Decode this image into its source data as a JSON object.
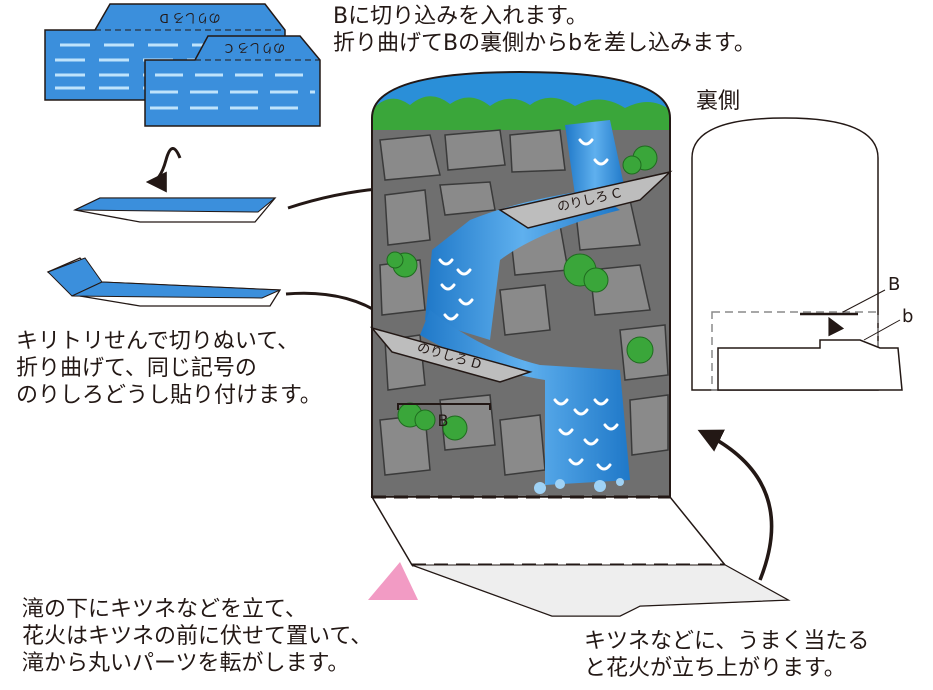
{
  "notes": {
    "top": [
      "Bに切り込みを入れます。",
      "折り曲げてBの裏側からbを差し込みます。"
    ],
    "left": [
      "キリトリせんで切りぬいて、",
      "折り曲げて、同じ記号の",
      "のりしろどうし貼り付けます。"
    ],
    "bottom_left": [
      "滝の下にキツネなどを立て、",
      "花火はキツネの前に伏せて置いて、",
      "滝から丸いパーツを転がします。"
    ],
    "bottom_right": [
      "キツネなどに、うまく当たる",
      "と花火が立ち上がります。"
    ]
  },
  "back_label": "裏側",
  "tabs": {
    "c": "のりしろ C",
    "d": "のりしろ D",
    "c_mirrored": "のりしろ C",
    "d_mirrored": "のりしろ D"
  },
  "slit_labels": {
    "front_b": "B",
    "back_B": "B",
    "back_b": "b"
  },
  "colors": {
    "water": "#3a8fdc",
    "water_light": "#9fd2f5",
    "rock": "#6f6f6f",
    "rock_dark": "#4a4a4a",
    "foliage": "#3aa63a",
    "sky": "#2a8fd8",
    "accent_pink": "#f29bc4"
  }
}
